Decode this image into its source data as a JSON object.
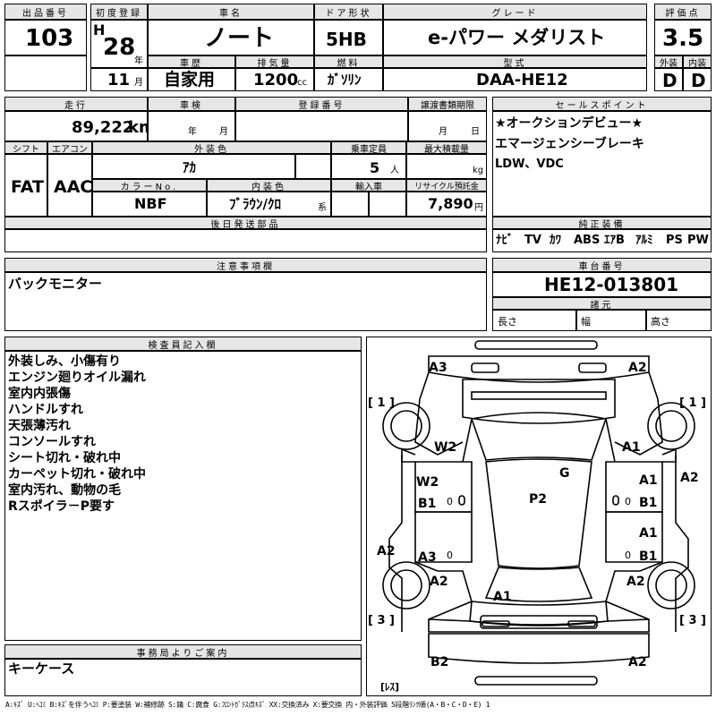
{
  "header": {
    "lot_no_label": "出品番号",
    "lot_no": "103",
    "first_reg_label": "初度登録",
    "era": "H",
    "year": "28",
    "year_unit": "年",
    "month": "11",
    "month_unit": "月",
    "car_name_label": "車名",
    "car_name": "ノート",
    "door_label": "ドア形状",
    "door": "5HB",
    "grade_label": "グレード",
    "grade": "e-パワー メダリスト",
    "score_label": "評価点",
    "score": "3.5",
    "history_label": "車歴",
    "history": "自家用",
    "displacement_label": "排気量",
    "displacement": "1200",
    "displacement_unit": "cc",
    "fuel_label": "燃料",
    "fuel": "ｶﾞｿﾘﾝ",
    "model_label": "型式",
    "model": "DAA-HE12",
    "ext_label": "外装",
    "ext_grade": "D",
    "int_label": "内装",
    "int_grade": "D"
  },
  "row2": {
    "mileage_label": "走行",
    "mileage": "89,222",
    "mileage_unit": "km",
    "inspection_label": "車検",
    "year_unit": "年",
    "month_unit": "月",
    "plate_label": "登録番号",
    "transfer_label": "譲渡書類期限",
    "day_unit": "日",
    "shift_label": "シフト",
    "shift": "FAT",
    "ac_label": "エアコン",
    "ac": "AAC",
    "color_label": "外装色",
    "color": "ｱｶ",
    "capacity_label": "乗車定員",
    "capacity": "5",
    "capacity_unit": "人",
    "load_label": "最大積載量",
    "load_unit": "kg",
    "color_no_label": "カラーNo.",
    "color_no": "NBF",
    "interior_color_label": "内装色",
    "interior_color": "ﾌﾞﾗｳﾝ/ｸﾛ",
    "interior_suffix": "系",
    "import_label": "輸入車",
    "recycle_label": "リサイクル預託金",
    "recycle": "7,890",
    "recycle_unit": "円",
    "later_parts_label": "後日発送部品"
  },
  "sales_point": {
    "label": "セールスポイント",
    "lines": [
      "★オークションデビュー★",
      "エマージェンシーブレーキ",
      "LDW、VDC"
    ]
  },
  "equipment": {
    "label": "純正装備",
    "items": [
      "ﾅﾋﾞ",
      "TV",
      "ｶﾜ",
      "ABS",
      "ｴｱB",
      "ｱﾙﾐ",
      "PS",
      "PW"
    ]
  },
  "notes": {
    "label": "注意事項欄",
    "text": "バックモニター"
  },
  "chassis": {
    "label": "車台番号",
    "value": "HE12-013801",
    "spec_label": "諸元",
    "length_label": "長さ",
    "width_label": "幅",
    "height_label": "高さ"
  },
  "inspector": {
    "label": "検査員記入欄",
    "lines": [
      "外装しみ、小傷有り",
      "エンジン廻りオイル漏れ",
      "室内内張傷",
      "ハンドルすれ",
      "天張薄汚れ",
      "コンソールすれ",
      "シート切れ・破れ中",
      "カーペット切れ・破れ中",
      "室内汚れ、動物の毛",
      "Rスポイラ－P要す"
    ]
  },
  "office": {
    "label": "事務局よりご案内",
    "text": "キーケース"
  },
  "diagram": {
    "marks": {
      "a3_tl": "A3",
      "a2_tr": "A2",
      "w2_l": "W2",
      "a1_r": "A1",
      "w2_door": "W2",
      "b1_door": "B1",
      "g": "G",
      "p2": "P2",
      "a1_rd": "A1",
      "b1_rd": "B1",
      "a2_rside": "A2",
      "a1_rd2": "A1",
      "b1_rd2": "B1",
      "a2_lside": "A2",
      "a3_ld": "A3",
      "a2_lrear": "A2",
      "a1_trunk": "A1",
      "a2_rrear": "A2",
      "b2_bottom": "B2",
      "a2_bottom": "A2"
    },
    "bracket_1_left": "[ 1 ]",
    "bracket_1_right": "[ 1 ]",
    "bracket_3_left": "[ 3 ]",
    "bracket_3_right": "[ 3 ]",
    "zero": "0",
    "res": "[ﾚｽ]"
  },
  "legend": "A:ｷｽﾞ U:ﾍｺﾐ B:ｷｽﾞを伴うﾍｺﾐ P:要塗装 W:補修跡 S:錆 C:腐食 G:ﾌﾛﾝﾄｶﾞﾗｽ点ｷｽﾞ XX:交換済み X:要交換 内・外装評価 5段階ﾗﾝｸ順(A・B・C・D・E) 1"
}
